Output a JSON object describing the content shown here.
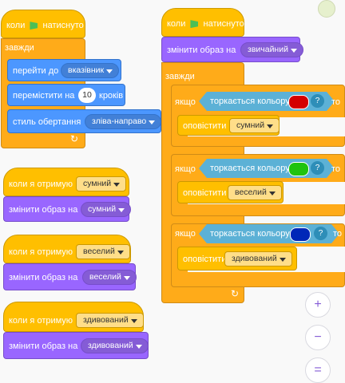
{
  "script_a": {
    "hat_label": "коли",
    "hat_suffix": "натиснуто",
    "forever": "завжди",
    "goto_label": "перейти до",
    "goto_value": "вказівник",
    "move_label": "перемістити на",
    "move_steps": "10",
    "move_suffix": "кроків",
    "rotation_label": "стиль обертання",
    "rotation_value": "зліва-направо"
  },
  "script_b": {
    "hat_label": "коли",
    "hat_suffix": "натиснуто",
    "switch_label": "змінити образ на",
    "switch_value": "звичайний",
    "forever": "завжди",
    "if_blocks": [
      {
        "if_label": "якщо",
        "touch_label": "торкається кольору",
        "q": "?",
        "then": "то",
        "color": "#d40000",
        "broadcast_label": "оповістити",
        "broadcast_value": "сумний"
      },
      {
        "if_label": "якщо",
        "touch_label": "торкається кольору",
        "q": "?",
        "then": "то",
        "color": "#1fc30f",
        "broadcast_label": "оповістити",
        "broadcast_value": "веселий"
      },
      {
        "if_label": "якщо",
        "touch_label": "торкається кольору",
        "q": "?",
        "then": "то",
        "color": "#0027b8",
        "broadcast_label": "оповістити",
        "broadcast_value": "здивований"
      }
    ]
  },
  "receivers": [
    {
      "hat_label": "коли я отримую",
      "message": "сумний",
      "switch_label": "змінити образ на",
      "costume": "сумний"
    },
    {
      "hat_label": "коли я отримую",
      "message": "веселий",
      "switch_label": "змінити образ на",
      "costume": "веселий"
    },
    {
      "hat_label": "коли я отримую",
      "message": "здивований",
      "switch_label": "змінити образ на",
      "costume": "здивований"
    }
  ],
  "zoom": {
    "zoom_in": "+",
    "zoom_out": "−",
    "reset": "="
  },
  "icons": {
    "flag": "green-flag-icon",
    "loop": "loop-arrow-icon"
  }
}
